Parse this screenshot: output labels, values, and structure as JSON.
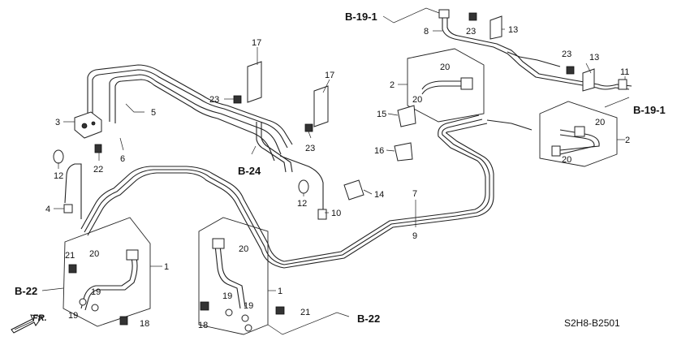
{
  "diagram": {
    "code": "S2H8-B2501",
    "direction_label": "FR.",
    "refs": {
      "b19_1_top": "B-19-1",
      "b19_1_right": "B-19-1",
      "b24": "B-24",
      "b22_left": "B-22",
      "b22_bottom": "B-22"
    },
    "callouts": {
      "p1a": "1",
      "p1b": "1",
      "p2a": "2",
      "p2b": "2",
      "p3": "3",
      "p4": "4",
      "p5": "5",
      "p6": "6",
      "p7": "7",
      "p8": "8",
      "p9": "9",
      "p10": "10",
      "p11": "11",
      "p12a": "12",
      "p12b": "12",
      "p13a": "13",
      "p13b": "13",
      "p14": "14",
      "p15": "15",
      "p16": "16",
      "p17a": "17",
      "p17b": "17",
      "p18a": "18",
      "p18b": "18",
      "p19a": "19",
      "p19b": "19",
      "p19c": "19",
      "p19d": "19",
      "p20a": "20",
      "p20b": "20",
      "p20c": "20",
      "p20d": "20",
      "p20e": "20",
      "p20f": "20",
      "p21a": "21",
      "p21b": "21",
      "p22": "22",
      "p23a": "23",
      "p23b": "23",
      "p23c": "23",
      "p23d": "23"
    }
  }
}
